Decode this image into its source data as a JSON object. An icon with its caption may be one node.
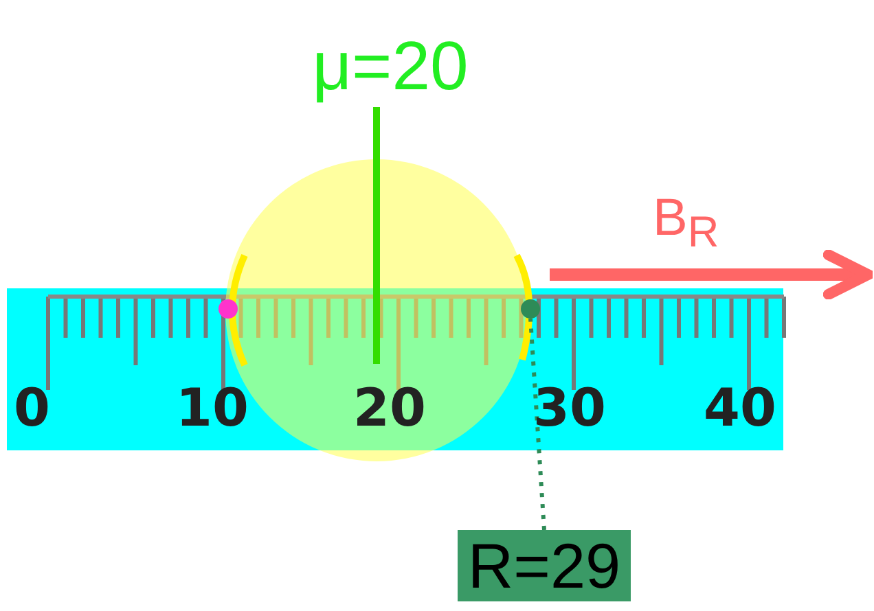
{
  "diagram": {
    "nodes": [
      {
        "text": [
          "μ=20"
        ]
      },
      {
        "text": [
          "R=29"
        ]
      },
      {
        "text": [],
        "shape": "circle"
      }
    ],
    "edges": [
      {
        "from": 0,
        "to": null,
        "arrow": "none"
      },
      {
        "from": 1,
        "to": 2,
        "arrow": "none",
        "style": "dashed"
      }
    ],
    "labels": [
      "B$_{R}$",
      "0",
      "10",
      "20",
      "30",
      "40"
    ]
  }
}
